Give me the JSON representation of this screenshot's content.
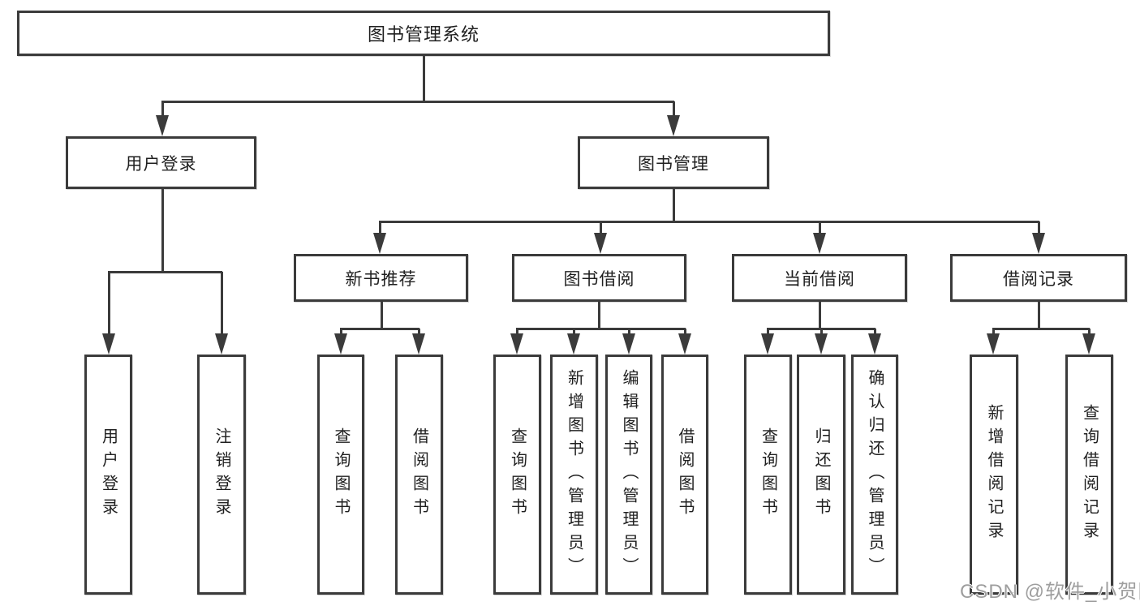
{
  "colors": {
    "background": "#ffffff",
    "line": "#3b3b3b",
    "box_border": "#3b3b3b",
    "text": "#1f1f1f",
    "watermark": "#9e9e9e"
  },
  "tree": {
    "root": "图书管理系统",
    "children": [
      {
        "label": "用户登录",
        "children": [
          "用户登录",
          "注销登录"
        ]
      },
      {
        "label": "图书管理",
        "children": [
          {
            "label": "新书推荐",
            "children": [
              "查询图书",
              "借阅图书"
            ]
          },
          {
            "label": "图书借阅",
            "children": [
              "查询图书",
              "新增图书（管理员）",
              "编辑图书（管理员）",
              "借阅图书"
            ]
          },
          {
            "label": "当前借阅",
            "children": [
              "查询图书",
              "归还图书",
              "确认归还（管理员）"
            ]
          },
          {
            "label": "借阅记录",
            "children": [
              "新增借阅记录",
              "查询借阅记录"
            ]
          }
        ]
      }
    ]
  },
  "watermark": {
    "text": "CSDN @软件_小贺同学"
  }
}
